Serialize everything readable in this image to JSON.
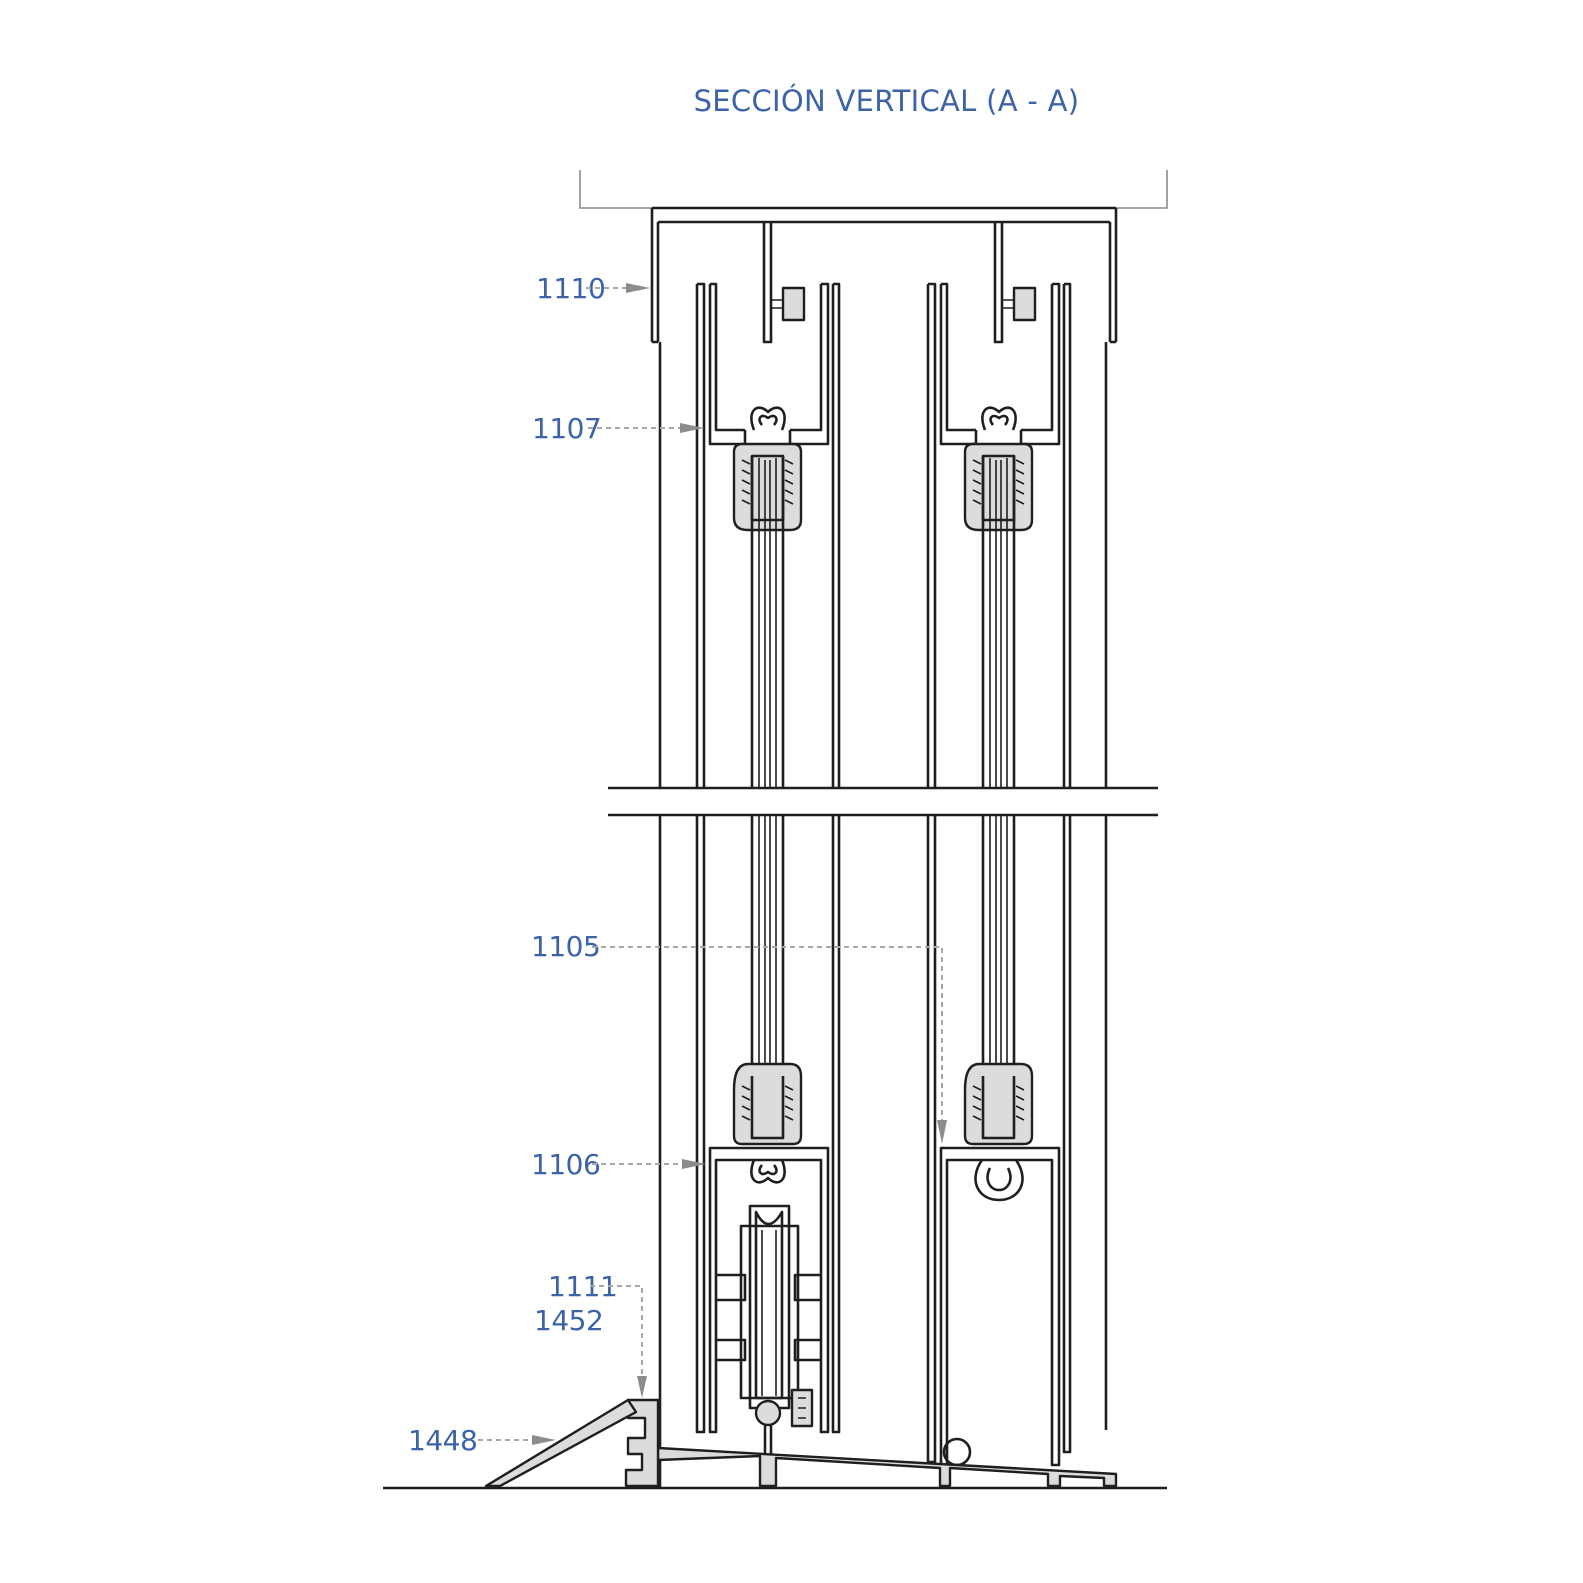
{
  "title": "SECCIÓN VERTICAL (A - A)",
  "callouts": {
    "c1110": "1110",
    "c1107": "1107",
    "c1105": "1105",
    "c1106": "1106",
    "c1111": "1111",
    "c1452": "1452",
    "c1448": "1448"
  },
  "colors": {
    "label": "#3c62a8",
    "line": "#1f1f1f",
    "leader": "#a8a8a8",
    "profile_fill": "#dcdcdc"
  }
}
